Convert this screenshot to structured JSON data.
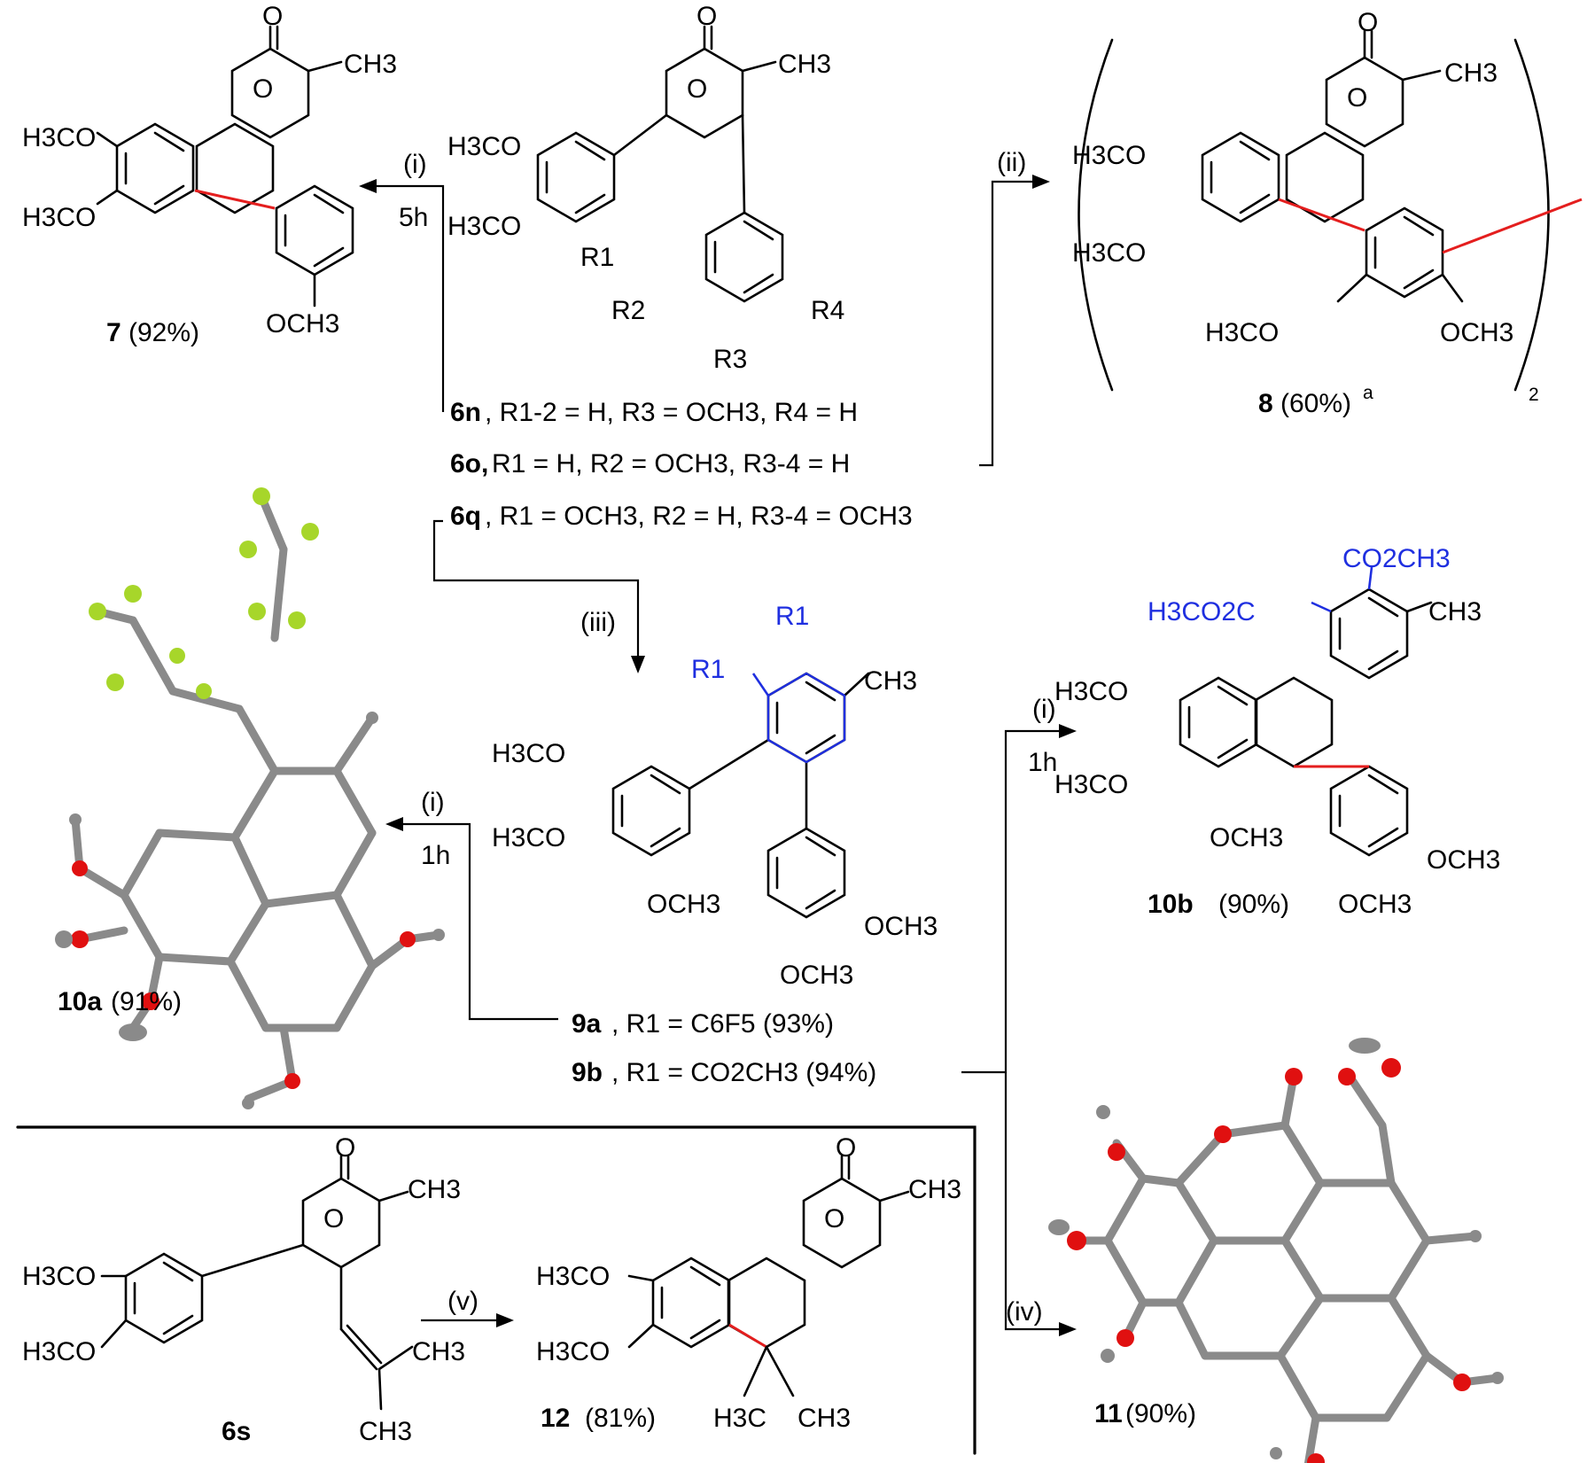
{
  "labels": {
    "cmpd7": "7",
    "yield7": "(92%)",
    "cmpd8": "8",
    "yield8": "(60%)",
    "yield8_note": "a",
    "dimer_count": "2",
    "cmpd10a": "10a",
    "yield10a": "(91%)",
    "cmpd10b": "10b",
    "yield10b": "(90%)",
    "cmpd11": "11",
    "yield11": "(90%)",
    "cmpd6s": "6s",
    "cmpd12": "12",
    "yield12": "(81%)"
  },
  "substrates": [
    {
      "id": "6n",
      "text": ", R1-2 = H, R3 = OCH3, R4 = H"
    },
    {
      "id": "6o,",
      "text": " R1 = H, R2 = OCH3, R3-4 = H"
    },
    {
      "id": "6q",
      "text": ", R1 = OCH3, R2 = H, R3-4 = OCH3"
    }
  ],
  "intermediates": [
    {
      "id": "9a",
      "text": ", R1 = C6F5 (93%)"
    },
    {
      "id": "9b",
      "text": ", R1 = CO2CH3 (94%)"
    }
  ],
  "conditions": {
    "i": "(i)",
    "ii": "(ii)",
    "iii": "(iii)",
    "iv": "(iv)",
    "v": "(v)",
    "time_5h": "5h",
    "time_1h_a": "1h",
    "time_1h_b": "1h"
  },
  "groups": {
    "oxo": "O",
    "ring_o": "O",
    "ch3": "CH3",
    "h3co": "H3CO",
    "och3": "OCH3",
    "r1": "R1",
    "r2": "R2",
    "r3": "R3",
    "r4": "R4",
    "co2ch3": "CO2CH3",
    "h3co2c": "H3CO2C",
    "h3c": "H3C"
  },
  "colors": {
    "new_bond": "#e41e1e",
    "new_substituent": "#1f2fe0",
    "xray_carbon": "#8a8a8a",
    "xray_oxygen": "#e01010",
    "xray_fluorine": "#a7d62a"
  }
}
